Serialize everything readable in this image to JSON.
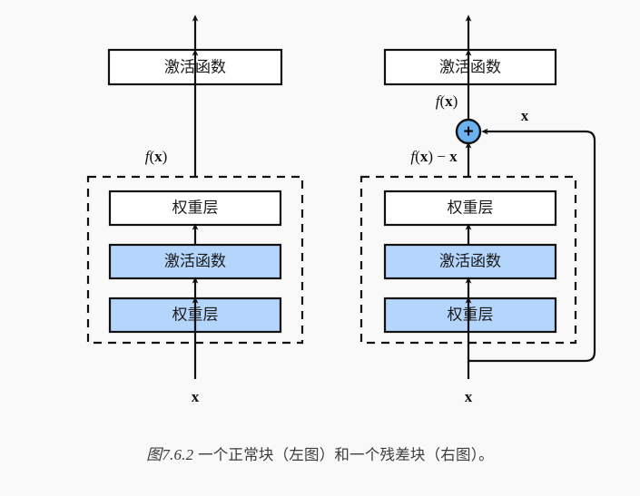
{
  "figure": {
    "caption_number": "图7.6.2",
    "caption_text": "一个正常块（左图）和一个残差块（右图）。",
    "background_color": "#f9f9f9",
    "accent_blue": "#b4d5fc",
    "stroke_color": "#111111"
  },
  "left_block": {
    "name": "正常块",
    "top_box": {
      "label": "激活函数",
      "fill": "#ffffff"
    },
    "edge_label_top": "f(x)",
    "dashed_group": {
      "boxes": [
        {
          "label": "权重层",
          "fill": "#ffffff"
        },
        {
          "label": "激活函数",
          "fill": "#b4d5fc"
        },
        {
          "label": "权重层",
          "fill": "#b4d5fc"
        }
      ]
    },
    "input_label": "x"
  },
  "right_block": {
    "name": "残差块",
    "top_box": {
      "label": "激活函数",
      "fill": "#ffffff"
    },
    "edge_label_top": "f(x)",
    "add_node": {
      "symbol": "+",
      "fill": "#6cb2f0"
    },
    "edge_label_residual": "f(x) − x",
    "skip_label": "x",
    "dashed_group": {
      "boxes": [
        {
          "label": "权重层",
          "fill": "#ffffff"
        },
        {
          "label": "激活函数",
          "fill": "#b4d5fc"
        },
        {
          "label": "权重层",
          "fill": "#b4d5fc"
        }
      ]
    },
    "input_label": "x"
  }
}
